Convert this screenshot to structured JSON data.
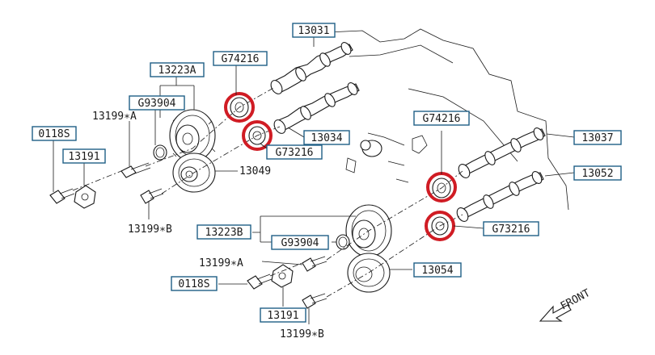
{
  "colors": {
    "label_box": "#1f5f86",
    "highlight": "#d01c24",
    "ink": "#1a1a1a"
  },
  "labels": {
    "p13031": "13031",
    "p13223A": "13223A",
    "g74216_top": "G74216",
    "g93904_top": "G93904",
    "s13199A_top": "13199∗A",
    "p0118S_top": "0118S",
    "p13191_top": "13191",
    "p13034": "13034",
    "g73216_top": "G73216",
    "p13049": "13049",
    "s13199B_top": "13199∗B",
    "g74216_right": "G74216",
    "p13037": "13037",
    "p13052": "13052",
    "g73216_right": "G73216",
    "p13223B": "13223B",
    "g93904_bottom": "G93904",
    "s13199A_bottom": "13199∗A",
    "p0118S_bottom": "0118S",
    "p13054": "13054",
    "p13191_bottom": "13191",
    "s13199B_bottom": "13199∗B",
    "front": "FRONT"
  },
  "icons": {
    "front_arrow": "front-arrow-icon"
  }
}
